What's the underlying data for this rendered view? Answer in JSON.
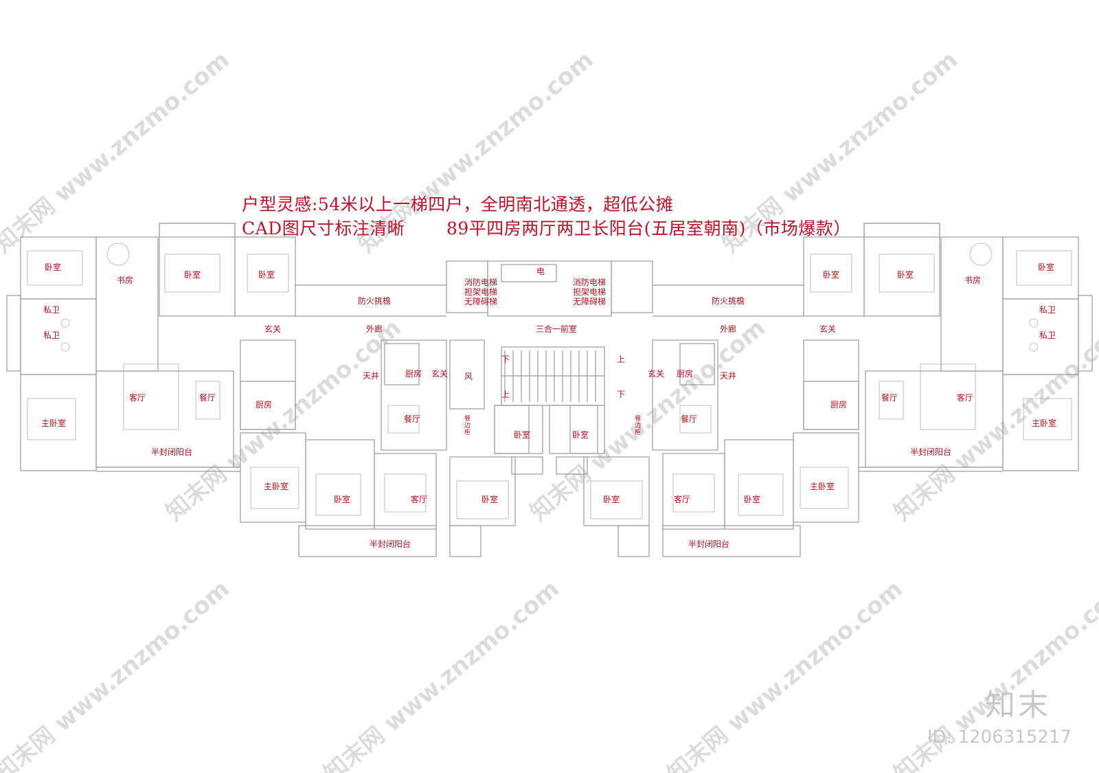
{
  "title": {
    "line1": "户型灵感:54米以上一梯四户，全明南北通透，超低公摊",
    "line2a": "CAD图尺寸标注清晰",
    "line2b": "89平四房两厅两卫长阳台(五居室朝南)（市场爆款）"
  },
  "watermark": {
    "brand": "知末",
    "id": "ID: 1206315217",
    "site": "知末网 www.znzmo.com"
  },
  "colors": {
    "label": "#b01020",
    "title": "#c0102a",
    "line": "#9a9a9a",
    "watermark": "#dcdcdc"
  },
  "rooms": {
    "bedroom": "卧室",
    "master_bedroom": "主卧室",
    "study": "书房",
    "private_bath": "私卫",
    "living": "客厅",
    "dining": "餐厅",
    "kitchen": "厨房",
    "foyer": "玄关",
    "outer_corridor": "外廊",
    "fire_eave": "防火挑檐",
    "lobby": "三合一前室",
    "electric": "电",
    "elevator": "消防电梯\n担架电梯\n无障碍梯",
    "lightwell": "天井",
    "wind": "风",
    "half_balcony": "半封闭阳台",
    "sideboard": "餐边柜",
    "up": "上",
    "down": "下"
  }
}
